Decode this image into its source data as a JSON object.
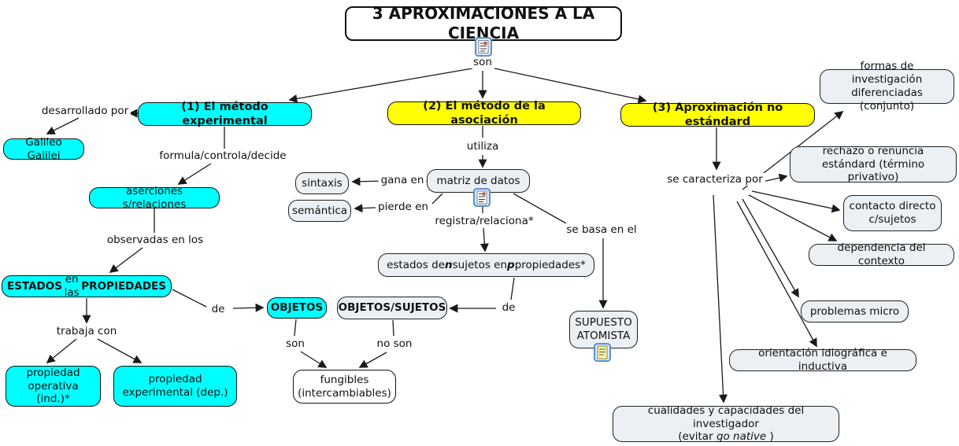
{
  "title": {
    "text": "3 APROXIMACIONES A LA CIENCIA"
  },
  "colors": {
    "concept_cyan": "#00ffff",
    "approach_yellow": "#ffff00",
    "light_node": "#eaf0f4",
    "line": "#1a1a1a"
  },
  "icons": {
    "title_resource": "document-with-image-resource-icon",
    "matriz_resource": "document-with-image-resource-icon",
    "supuesto_resource": "text-note-resource-icon"
  },
  "nodes": {
    "metodo_experimental": "(1) El método experimental",
    "galileo": "Galileo Galilei",
    "aserciones": "aserciones s/relaciones",
    "estados": {
      "b1": "ESTADOS",
      "mid": " en las ",
      "b2": "PROPIEDADES"
    },
    "objetos": "OBJETOS",
    "prop_operativa": "propiedad operativa (ind.)*",
    "prop_experimental": "propiedad experimental (dep.)",
    "metodo_asociacion": "(2) El método de la asociación",
    "matriz": "matriz de datos",
    "sintaxis": "sintaxis",
    "semantica": "semántica",
    "estados_np": {
      "p1": "estados de ",
      "n": "n",
      "p2": " sujetos en ",
      "p": "p",
      "p3": " propiedades*"
    },
    "objetos_sujetos": "OBJETOS/SUJETOS",
    "supuesto": "SUPUESTO ATOMISTA",
    "fungibles": "fungibles (intercambiables)",
    "aprox_no_estandard": "(3) Aproximación no estándard",
    "formas": "formas de investigación diferenciadas (conjunto)",
    "rechazo": "rechazo o renuncia estándard (término privativo)",
    "contacto": "contacto directo c/sujetos",
    "dependencia": "dependencia del contexto",
    "problemas": "problemas micro",
    "orientacion": "orientación idiográfica e inductiva",
    "cualidades": {
      "l1": "cualidades y capacidades del investigador",
      "p1": "(evitar ",
      "it": "go native",
      "p2": " )"
    }
  },
  "labels": {
    "son": "son",
    "desarrollado_por": "desarrollado por",
    "formula": "formula/controla/decide",
    "observadas": "observadas en los",
    "trabaja_con": "trabaja con",
    "de_left": "de",
    "son_objetos": "son",
    "no_son": "no son",
    "utiliza": "utiliza",
    "gana_en": "gana en",
    "pierde_en": "pierde en",
    "registra": "registra/relaciona*",
    "se_basa": "se basa en el",
    "de_mid": "de",
    "se_caracteriza": "se caracteriza por"
  }
}
